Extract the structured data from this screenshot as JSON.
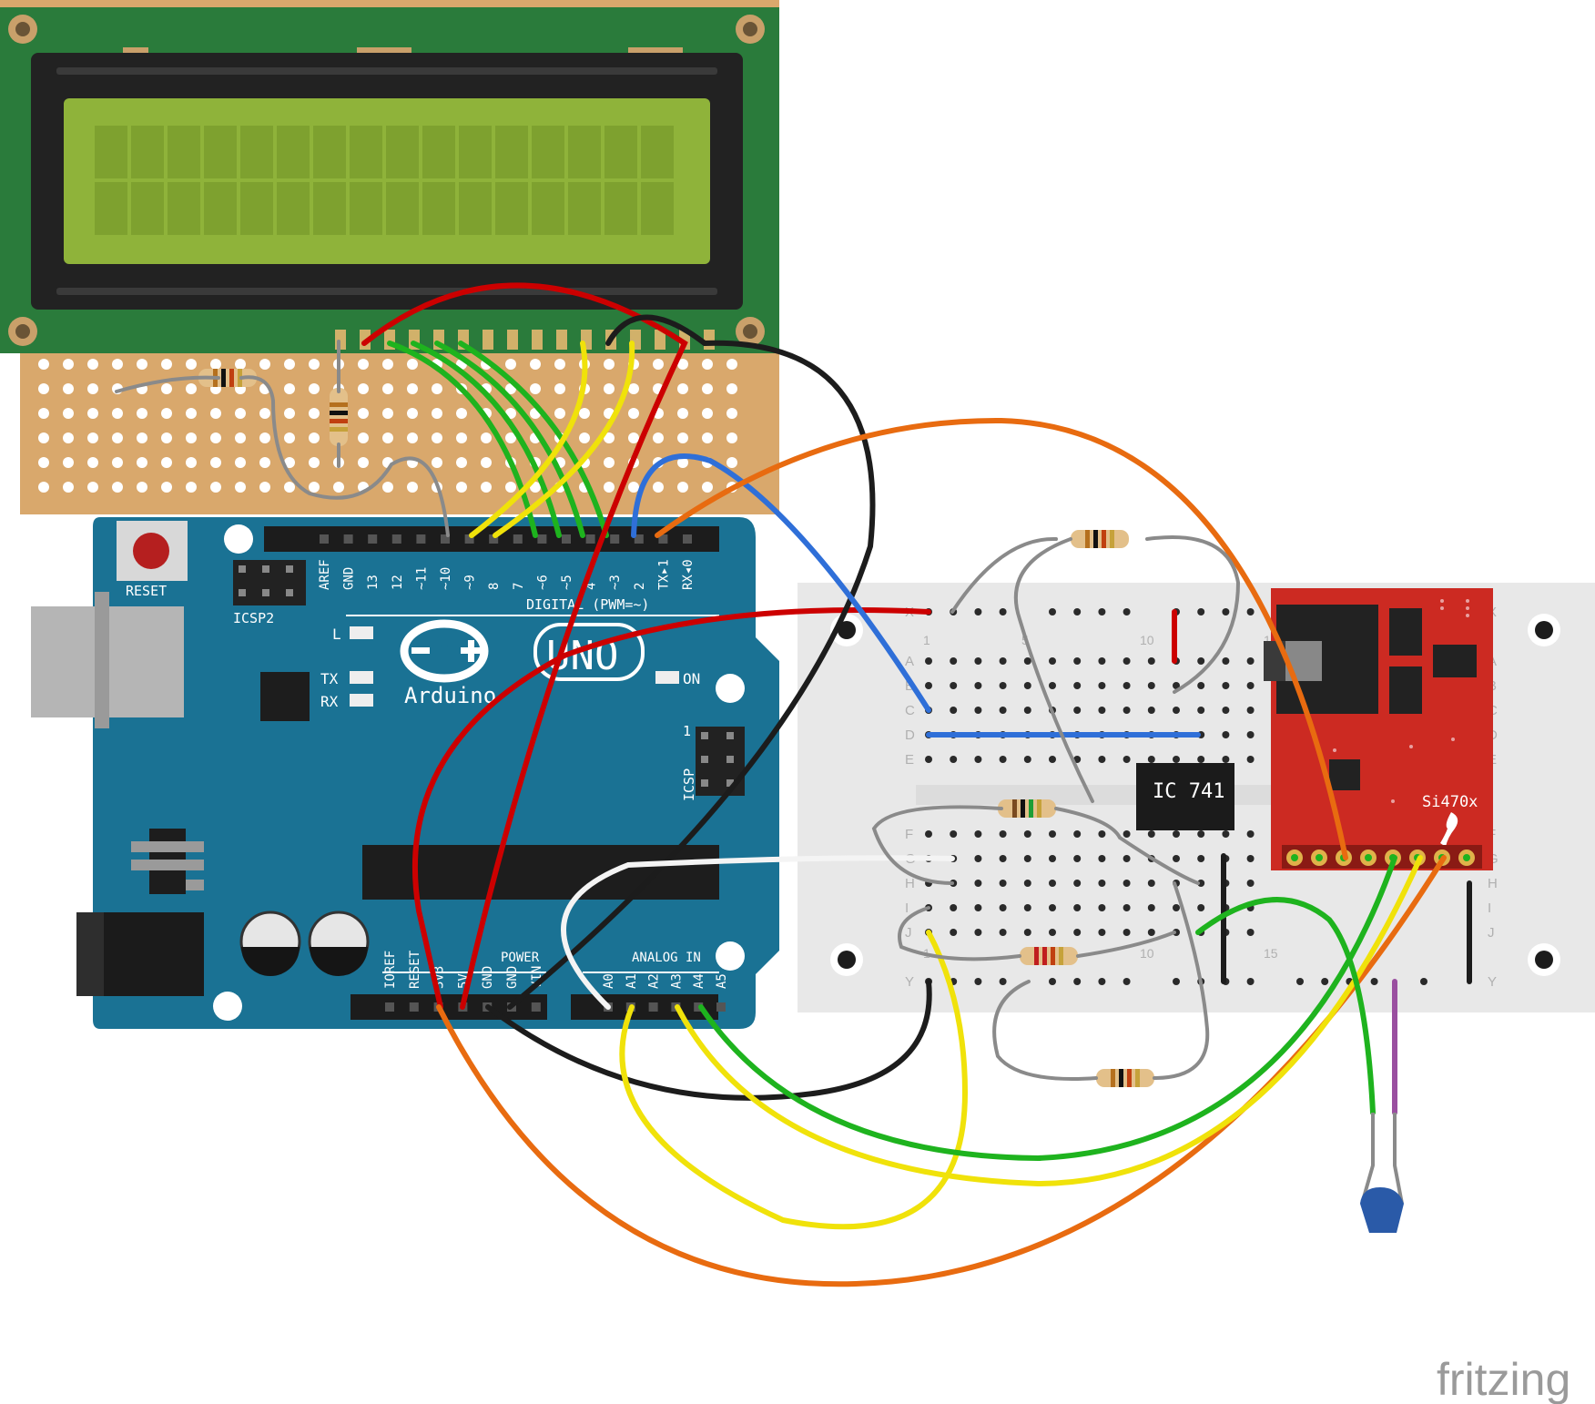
{
  "colors": {
    "arduino_blue": "#1a7294",
    "lcd_pcb_green": "#2a7b3b",
    "lcd_screen": "#8fb33a",
    "perfboard": "#d9a86c",
    "breadboard": "#e8e8e8",
    "radio_red": "#cc2a22",
    "wire_red": "#cc0000",
    "wire_black": "#1c1c1c",
    "wire_green": "#1eb31e",
    "wire_yellow": "#f0e20a",
    "wire_orange": "#e86b10",
    "wire_blue": "#2f6fd8",
    "wire_gray": "#8a8a8a",
    "wire_white": "#f4f4f4",
    "wire_purple": "#9a4fa0",
    "capacitor": "#2a5aa8"
  },
  "arduino": {
    "reset_label": "RESET",
    "icsp2_label": "ICSP2",
    "icsp_label": "ICSP",
    "icsp_pin1": "1",
    "brand": "Arduino",
    "model": "UNO",
    "led_l": "L",
    "led_tx": "TX",
    "led_rx": "RX",
    "led_on": "ON",
    "digital_label": "DIGITAL (PWM=~)",
    "power_label": "POWER",
    "analog_label": "ANALOG IN",
    "digital_pins": [
      "AREF",
      "GND",
      "13",
      "12",
      "~11",
      "~10",
      "~9",
      "8",
      "7",
      "~6",
      "~5",
      "4",
      "~3",
      "2",
      "TX▸1",
      "RX◂0"
    ],
    "power_pins": [
      "IOREF",
      "RESET",
      "3V3",
      "5V",
      "GND",
      "GND",
      "VIN"
    ],
    "analog_pins": [
      "A0",
      "A1",
      "A2",
      "A3",
      "A4",
      "A5"
    ]
  },
  "breadboard": {
    "row_letters_top": [
      "A",
      "B",
      "C",
      "D",
      "E"
    ],
    "row_letters_bottom": [
      "F",
      "G",
      "H",
      "I",
      "J"
    ],
    "rail_letter_top": "X",
    "rail_letter_bottom": "Y",
    "column_numbers": [
      "1",
      "5",
      "10",
      "15"
    ]
  },
  "ic": {
    "label": "IC 741"
  },
  "radio": {
    "label": "Si470x"
  },
  "watermark": "fritzing"
}
